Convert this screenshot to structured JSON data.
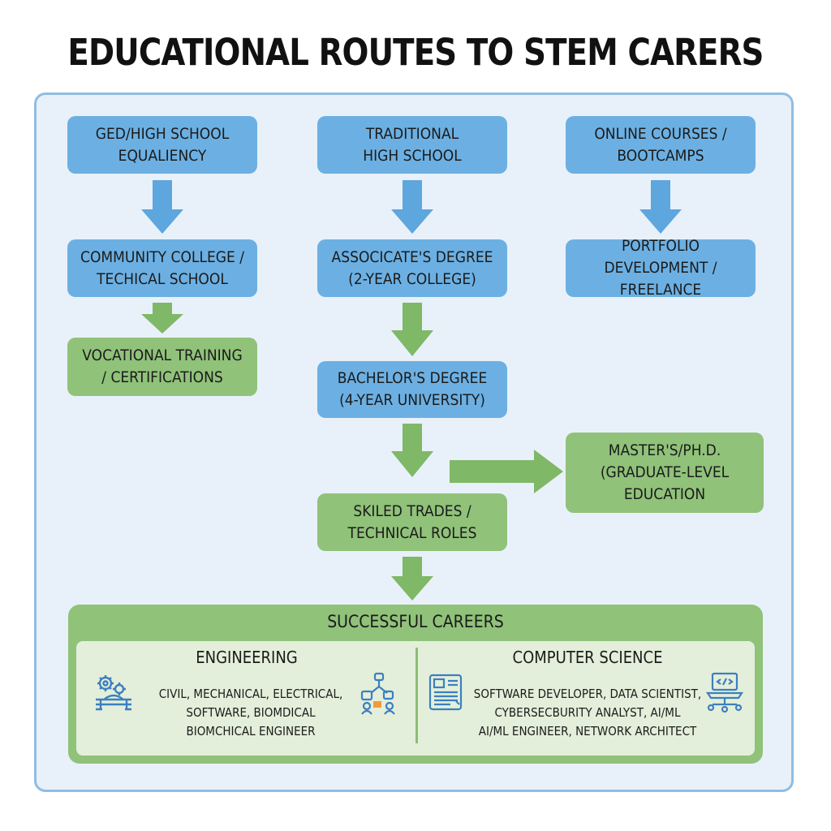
{
  "title": "EDUCATIONAL ROUTES TO STEM CARERS",
  "colors": {
    "blue_box": "#6cb0e3",
    "green_box": "#90c27a",
    "panel_bg": "#e8f1fa",
    "panel_border": "#8fbde2"
  },
  "nodes": {
    "ged": "GED/HIGH SCHOOL\nEQUALIENCY",
    "traditional": "TRADITIONAL\nHIGH SCHOOL",
    "online": "ONLINE COURSES /\nBOOTCAMPS",
    "community": "COMMUNITY COLLEGE /\nTECHICAL SCHOOL",
    "associate": "ASSOCICATE'S DEGREE\n(2-YEAR COLLEGE)",
    "portfolio": "PORTFOLIO\nDEVELOPMENT / FREELANCE",
    "vocational": "VOCATIONAL TRAINING\n/ CERTIFICATIONS",
    "bachelor": "BACHELOR'S DEGREE\n(4-YEAR UNIVERSITY)",
    "masters": "MASTER'S/PH.D.\n(GRADUATE-LEVEL\nEDUCATION",
    "trades": "SKILED TRADES /\nTECHNICAL ROLES"
  },
  "careers": {
    "title": "SUCCESSFUL CAREERS",
    "engineering": {
      "title": "ENGINEERING",
      "text": "CIVIL, MECHANICAL, ELECTRICAL,\nSOFTWARE, BIOMDICAL\nBIOMCHICAL ENGINEER",
      "icons": [
        "gears-bridge-icon",
        "robot-arm-icon"
      ]
    },
    "computer_science": {
      "title": "COMPUTER SCIENCE",
      "text": "SOFTWARE DEVELOPER, DATA SCIENTIST,\nCYBERSECBURITY ANALYST, AI/ML\nAI/ML ENGINEER, NETWORK ARCHITECT",
      "icons": [
        "data-dashboard-icon",
        "laptop-code-icon"
      ]
    }
  }
}
